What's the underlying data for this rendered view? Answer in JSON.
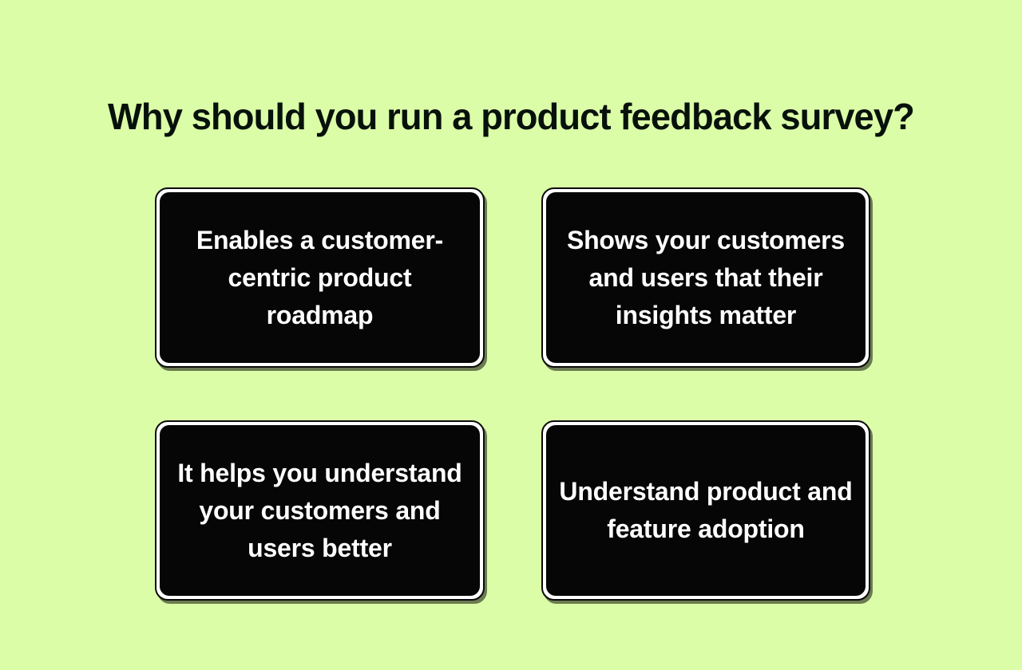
{
  "background_color": "#dcfda8",
  "card_fill_color": "#060606",
  "card_border_color": "#0a0a0a",
  "card_gap_color": "#ffffff",
  "card_text_color": "#ffffff",
  "title_color": "#07110b",
  "heading": {
    "title": "Why should you run a product feedback survey?"
  },
  "cards": [
    {
      "id": "enables-customer-centric-roadmap",
      "text": "Enables a customer-centric product roadmap"
    },
    {
      "id": "shows-customers-insights-matter",
      "text": "Shows your customers and users that their insights matter"
    },
    {
      "id": "helps-understand-customers-better",
      "text": "It helps you understand your customers and users better"
    },
    {
      "id": "understand-product-feature-adoption",
      "text": "Understand product and feature adoption"
    }
  ]
}
